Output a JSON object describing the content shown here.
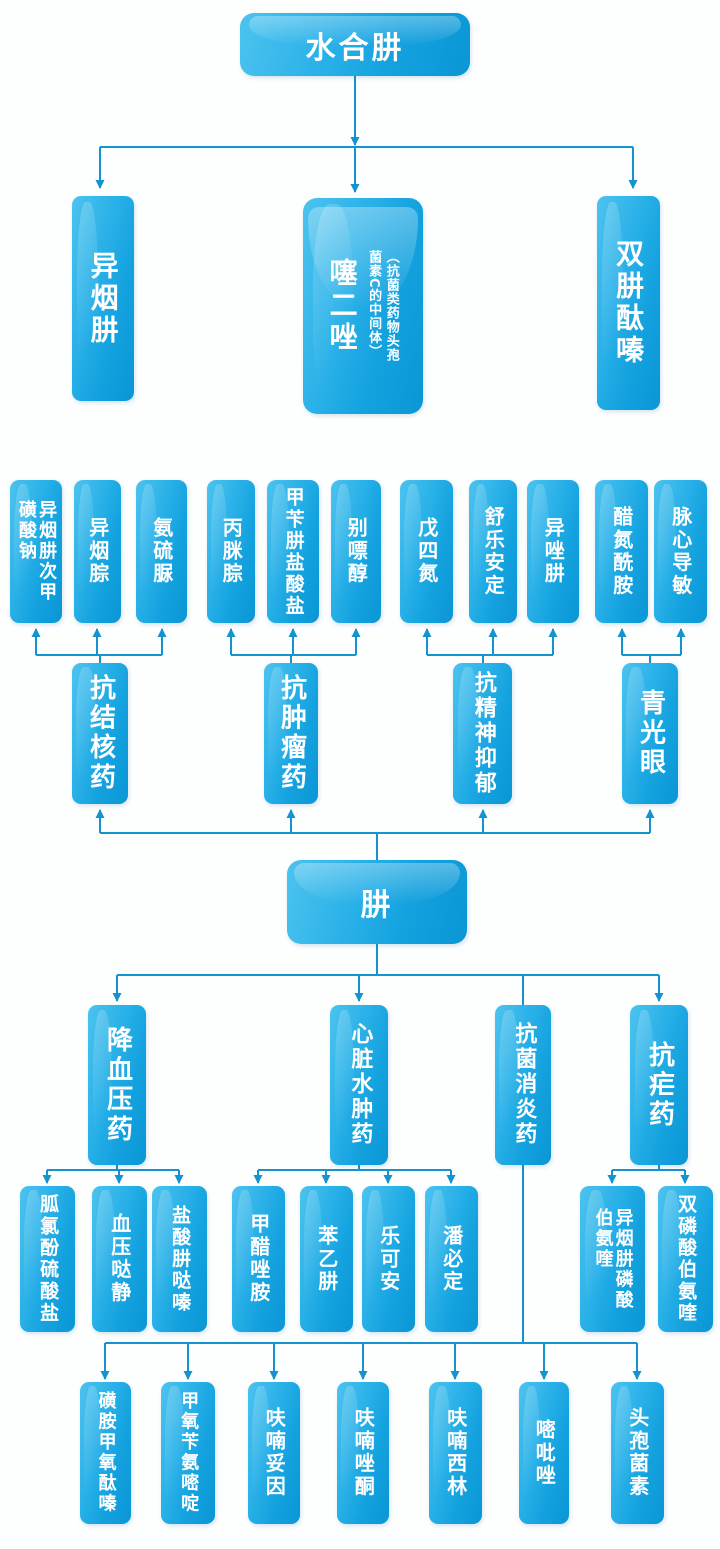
{
  "diagram": {
    "type": "flowchart",
    "language": "zh-CN",
    "topic": "水合肼及肼的衍生药物体系",
    "colors": {
      "box_blue": "#1ba6e0",
      "box_highlight": "#4cc3ef",
      "box_shade": "#0b96d5",
      "line": "#1593ce",
      "text": "#ffffff",
      "background": "#fdfefe"
    },
    "nodes": [
      {
        "id": "root",
        "label": "水合肼"
      },
      {
        "id": "l2-1",
        "label": "异烟肼"
      },
      {
        "id": "l2-2",
        "label": "噻二唑",
        "annotation": "（抗菌类药物头孢\n菌素C的中间体）"
      },
      {
        "id": "l2-3",
        "label": "双肼酞嗪"
      },
      {
        "id": "l3-1",
        "label": "异烟肼次甲\n磺酸钠"
      },
      {
        "id": "l3-2",
        "label": "异烟腙"
      },
      {
        "id": "l3-3",
        "label": "氨硫脲"
      },
      {
        "id": "l3-4",
        "label": "丙脒腙"
      },
      {
        "id": "l3-5",
        "label": "甲苄肼盐酸盐"
      },
      {
        "id": "l3-6",
        "label": "别嘌醇"
      },
      {
        "id": "l3-7",
        "label": "戊四氮"
      },
      {
        "id": "l3-8",
        "label": "舒乐安定"
      },
      {
        "id": "l3-9",
        "label": "异唑肼"
      },
      {
        "id": "l3-10",
        "label": "醋氮酰胺"
      },
      {
        "id": "l3-11",
        "label": "脉心导敏"
      },
      {
        "id": "l4-1",
        "label": "抗结核药"
      },
      {
        "id": "l4-2",
        "label": "抗肿瘤药"
      },
      {
        "id": "l4-3",
        "label": "抗精神抑郁"
      },
      {
        "id": "l4-4",
        "label": "青光眼"
      },
      {
        "id": "hydrazine",
        "label": "肼"
      },
      {
        "id": "l5-1",
        "label": "降血压药"
      },
      {
        "id": "l5-2",
        "label": "心脏水肿药"
      },
      {
        "id": "l5-3",
        "label": "抗菌消炎药"
      },
      {
        "id": "l5-4",
        "label": "抗疟药"
      },
      {
        "id": "l6-1",
        "label": "胍氯酚硫酸盐"
      },
      {
        "id": "l6-2",
        "label": "血压哒静"
      },
      {
        "id": "l6-3",
        "label": "盐酸肼哒嗪"
      },
      {
        "id": "l6-4",
        "label": "甲醋唑胺"
      },
      {
        "id": "l6-5",
        "label": "苯乙肼"
      },
      {
        "id": "l6-6",
        "label": "乐可安"
      },
      {
        "id": "l6-7",
        "label": "潘必定"
      },
      {
        "id": "l6-8",
        "label": "异烟肼磷酸\n伯氨喹"
      },
      {
        "id": "l6-9",
        "label": "双磷酸伯氨喹"
      },
      {
        "id": "l7-1",
        "label": "磺胺甲氧酞嗪"
      },
      {
        "id": "l7-2",
        "label": "甲氧苄氨嘧啶"
      },
      {
        "id": "l7-3",
        "label": "呋喃妥因"
      },
      {
        "id": "l7-4",
        "label": "呋喃唑酮"
      },
      {
        "id": "l7-5",
        "label": "呋喃西林"
      },
      {
        "id": "l7-6",
        "label": "嘧吡唑"
      },
      {
        "id": "l7-7",
        "label": "头孢菌素"
      }
    ],
    "edges": [
      {
        "from": "root",
        "to": [
          "l2-1",
          "l2-2",
          "l2-3"
        ]
      },
      {
        "from": "l4-1",
        "to": [
          "l3-1",
          "l3-2",
          "l3-3"
        ]
      },
      {
        "from": "l4-2",
        "to": [
          "l3-4",
          "l3-5",
          "l3-6"
        ]
      },
      {
        "from": "l4-3",
        "to": [
          "l3-7",
          "l3-8",
          "l3-9"
        ]
      },
      {
        "from": "l4-4",
        "to": [
          "l3-10",
          "l3-11"
        ]
      },
      {
        "from": "hydrazine",
        "to": [
          "l4-1",
          "l4-2",
          "l4-3",
          "l4-4"
        ]
      },
      {
        "from": "hydrazine",
        "to": [
          "l5-1",
          "l5-2",
          "l5-3",
          "l5-4"
        ]
      },
      {
        "from": "l5-1",
        "to": [
          "l6-1",
          "l6-2",
          "l6-3"
        ]
      },
      {
        "from": "l5-2",
        "to": [
          "l6-4",
          "l6-5",
          "l6-6",
          "l6-7"
        ]
      },
      {
        "from": "l5-4",
        "to": [
          "l6-8",
          "l6-9"
        ]
      },
      {
        "from": "l5-3",
        "to": [
          "l7-1",
          "l7-2",
          "l7-3",
          "l7-4",
          "l7-5",
          "l7-6",
          "l7-7"
        ]
      }
    ]
  }
}
